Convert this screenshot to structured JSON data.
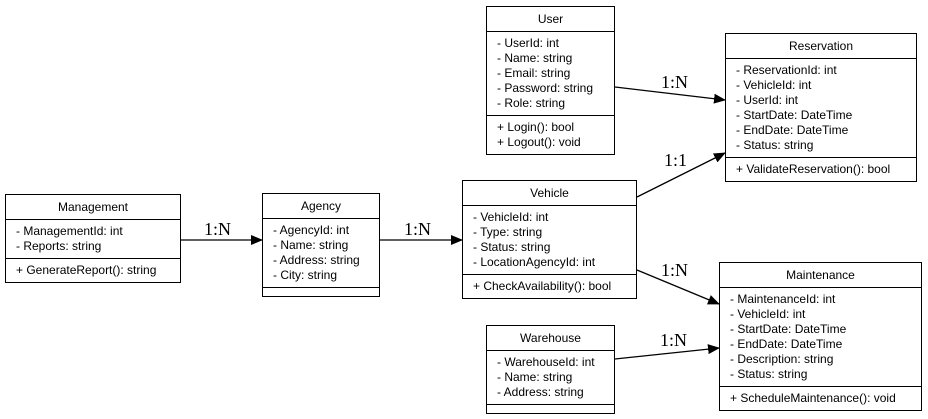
{
  "classes": {
    "user": {
      "name": "User",
      "attributes": [
        "- UserId: int",
        "- Name: string",
        "- Email: string",
        "- Password: string",
        "- Role: string"
      ],
      "operations": [
        "+ Login(): bool",
        "+ Logout(): void"
      ]
    },
    "reservation": {
      "name": "Reservation",
      "attributes": [
        "- ReservationId: int",
        "- VehicleId: int",
        "- UserId: int",
        "- StartDate: DateTime",
        "- EndDate: DateTime",
        "- Status: string"
      ],
      "operations": [
        "+ ValidateReservation(): bool"
      ]
    },
    "management": {
      "name": "Management",
      "attributes": [
        "- ManagementId: int",
        "- Reports: string"
      ],
      "operations": [
        "+ GenerateReport(): string"
      ]
    },
    "agency": {
      "name": "Agency",
      "attributes": [
        "- AgencyId: int",
        "- Name: string",
        "- Address: string",
        "- City: string"
      ],
      "operations": []
    },
    "vehicle": {
      "name": "Vehicle",
      "attributes": [
        "- VehicleId: int",
        "- Type: string",
        "- Status: string",
        "- LocationAgencyId: int"
      ],
      "operations": [
        "+ CheckAvailability(): bool"
      ]
    },
    "maintenance": {
      "name": "Maintenance",
      "attributes": [
        "- MaintenanceId: int",
        "- VehicleId: int",
        "- StartDate: DateTime",
        "- EndDate: DateTime",
        "- Description: string",
        "- Status: string"
      ],
      "operations": [
        "+ ScheduleMaintenance(): void"
      ]
    },
    "warehouse": {
      "name": "Warehouse",
      "attributes": [
        "- WarehouseId: int",
        "- Name: string",
        "- Address: string"
      ],
      "operations": []
    }
  },
  "relations": [
    {
      "from": "management",
      "to": "agency",
      "label": "1:N"
    },
    {
      "from": "agency",
      "to": "vehicle",
      "label": "1:N"
    },
    {
      "from": "user",
      "to": "reservation",
      "label": "1:N"
    },
    {
      "from": "vehicle",
      "to": "reservation",
      "label": "1:1"
    },
    {
      "from": "vehicle",
      "to": "maintenance",
      "label": "1:N"
    },
    {
      "from": "warehouse",
      "to": "maintenance",
      "label": "1:N"
    }
  ]
}
